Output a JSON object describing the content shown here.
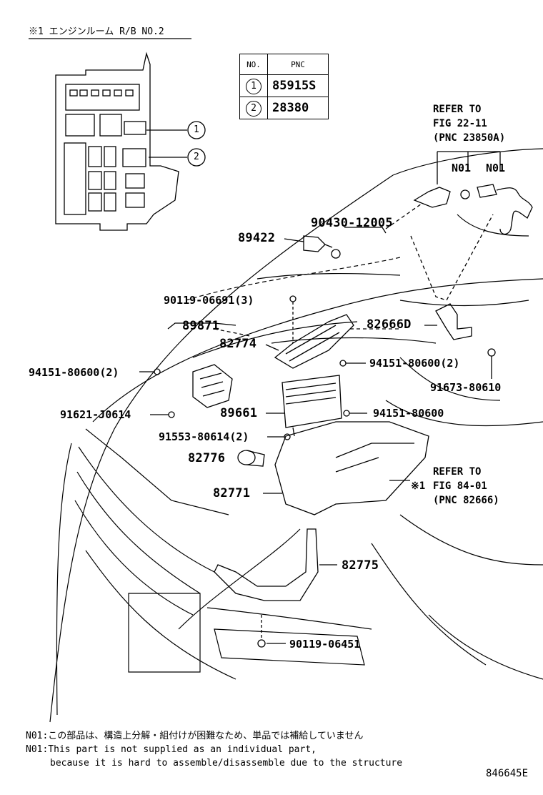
{
  "header": {
    "title": "※1 エンジンルーム R/B NO.2"
  },
  "pnc_table": {
    "col_no": "NO.",
    "col_pnc": "PNC",
    "rows": [
      {
        "no": "1",
        "pnc": "85915S"
      },
      {
        "no": "2",
        "pnc": "28380"
      }
    ]
  },
  "callouts": {
    "c1": "1",
    "c2": "2"
  },
  "refs": {
    "ref1": {
      "line1": "REFER TO",
      "line2": "FIG 22-11",
      "line3": "(PNC 23850A)"
    },
    "ref2": {
      "line1": "REFER TO",
      "line2": "FIG 84-01",
      "line3": "(PNC 82666)"
    },
    "ref2_mark": "※1"
  },
  "n01_a": "N01",
  "n01_b": "N01",
  "parts": {
    "p90430": "90430-12005",
    "p89422": "89422",
    "p90119a": "90119-06691(3)",
    "p89871": "89871",
    "p82666": "82666D",
    "p82774": "82774",
    "p94151a": "94151-80600(2)",
    "p94151b": "94151-80600(2)",
    "p91673": "91673-80610",
    "p91621": "91621-J0614",
    "p89661": "89661",
    "p94151c": "94151-80600",
    "p91553": "91553-80614(2)",
    "p82776": "82776",
    "p82771": "82771",
    "p82775": "82775",
    "p90119b": "90119-06451"
  },
  "notes": {
    "jp": "N01:この部品は、構造上分解・組付けが困難なため、単品では補給していません",
    "en1": "N01:This part is not supplied as an individual part,",
    "en2": "because it is hard to assemble/disassemble due to the structure"
  },
  "figure_id": "846645E"
}
